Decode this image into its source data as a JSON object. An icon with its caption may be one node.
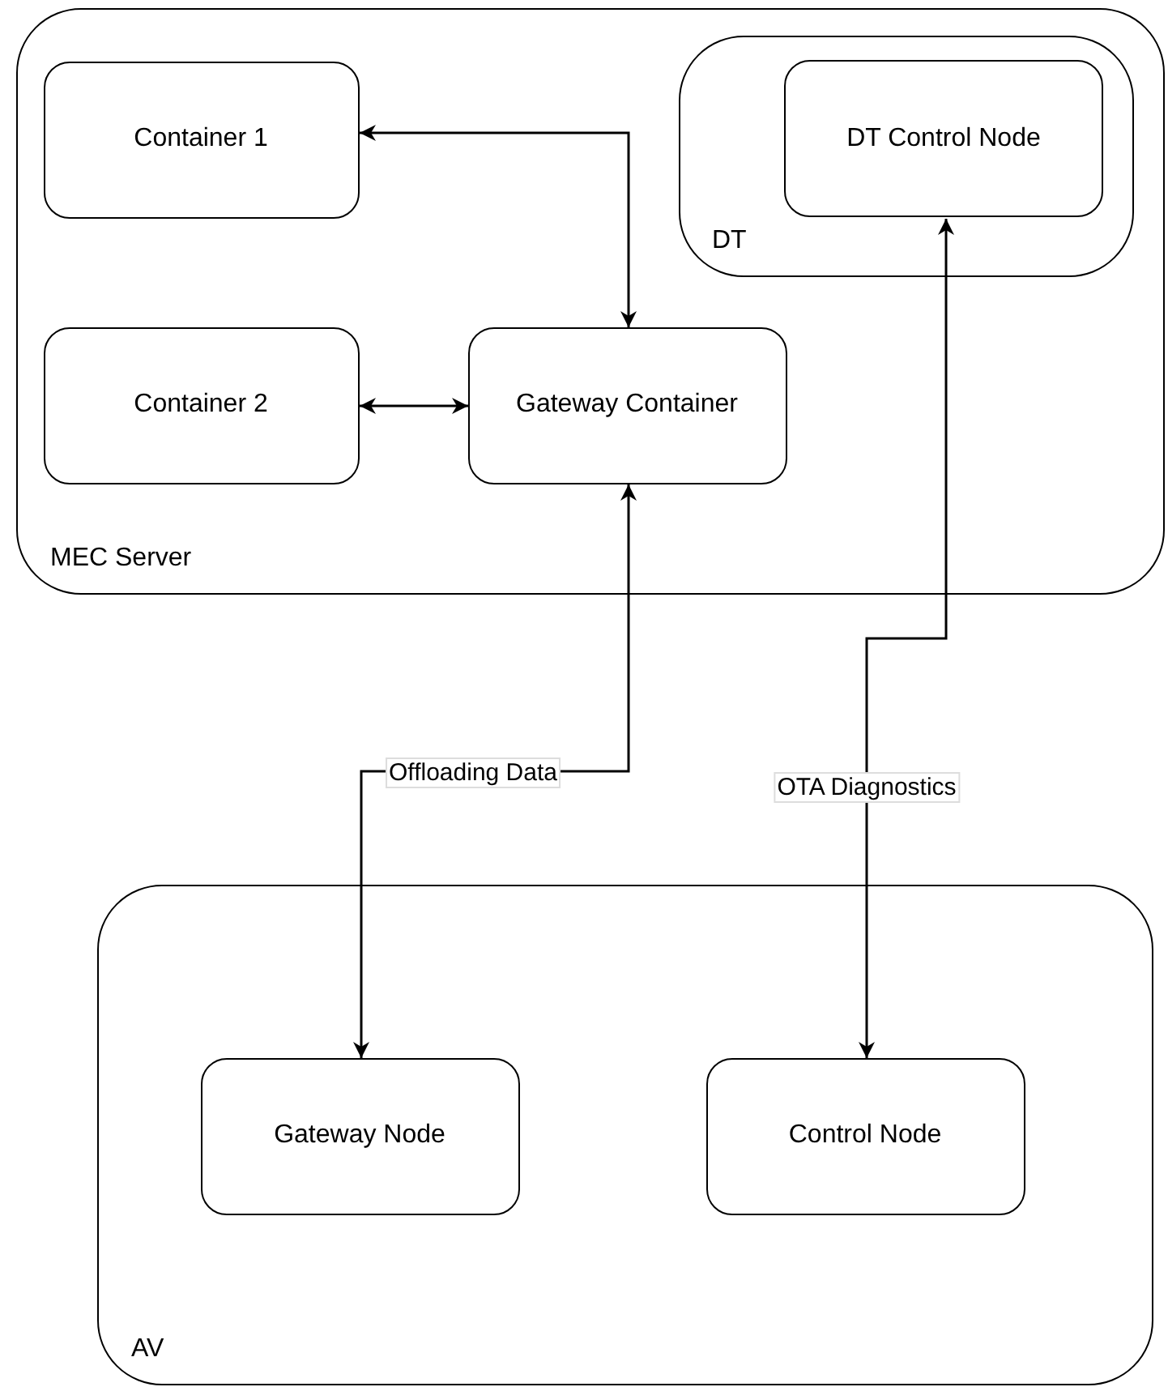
{
  "diagram": {
    "nodes": [
      {
        "text": [
          "MEC Server"
        ]
      },
      {
        "text": [
          "Container 1"
        ],
        "in": 0
      },
      {
        "text": [
          "Container 2"
        ],
        "in": 0
      },
      {
        "text": [
          "Gateway Container"
        ],
        "in": 0
      },
      {
        "text": [
          "DT"
        ],
        "in": 0
      },
      {
        "text": [
          "DT Control Node"
        ],
        "in": 4
      },
      {
        "text": [
          "AV"
        ]
      },
      {
        "text": [
          "Gateway Node"
        ],
        "in": 6
      },
      {
        "text": [
          "Control Node"
        ],
        "in": 6
      }
    ],
    "edges": [
      {
        "from": 1,
        "to": 3,
        "arrow": "both"
      },
      {
        "from": 2,
        "to": 3,
        "arrow": "both"
      },
      {
        "from": 3,
        "to": 7,
        "arrow": "both",
        "label": "Offloading Data"
      },
      {
        "from": 5,
        "to": 8,
        "arrow": "both",
        "label": "OTA Diagnostics"
      }
    ]
  }
}
